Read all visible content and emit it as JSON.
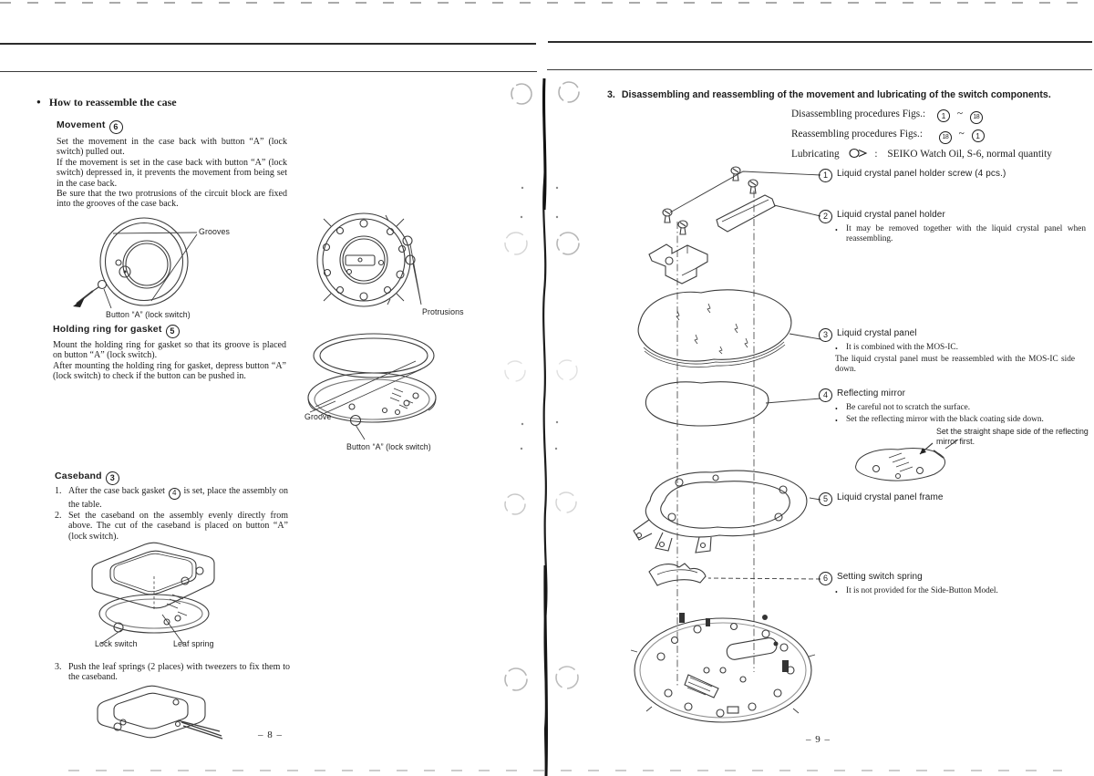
{
  "chars": {
    "bullet": "●",
    "note_bullet": "•",
    "tilde": "~",
    "colon": ":"
  },
  "left": {
    "heading": "How to reassemble the case",
    "movement": {
      "title": "Movement",
      "num": "6",
      "p1": "Set the movement in the case back with button “A” (lock switch) pulled out.",
      "p2": "If the movement is set in the case back with button “A” (lock switch) depressed in, it prevents the movement from being set in the case back.",
      "p3": "Be sure that the two protrusions of the circuit block are fixed into the grooves of the case back.",
      "label_grooves": "Grooves",
      "label_button_a": "Button “A” (lock switch)"
    },
    "holding": {
      "title": "Holding ring for gasket",
      "num": "5",
      "p1": "Mount the holding ring for gasket so that its groove is placed on button “A” (lock switch).",
      "p2": "After mounting the holding ring for gasket, depress button “A” (lock switch) to check if the button can be pushed in."
    },
    "caseband": {
      "title": "Caseband",
      "num": "3",
      "i1_no": "1.",
      "i1_pre": "After the case back gasket",
      "i1_num": "4",
      "i1_post": "is set, place the assembly on the table.",
      "i2_no": "2.",
      "i2": "Set the caseband on the assembly evenly directly from above. The cut of the caseband is placed on button “A” (lock switch).",
      "i3_no": "3.",
      "i3": "Push the leaf springs (2 places) with tweezers to fix them to the caseband.",
      "label_lock_switch": "Lock switch",
      "label_leaf_spring": "Leaf spring"
    },
    "middle": {
      "label_protrusions": "Protrusions",
      "label_groove": "Groove",
      "label_button_a": "Button “A” (lock switch)"
    },
    "page_number": "– 8 –"
  },
  "right": {
    "heading_no": "3.",
    "heading": "Disassembling and reassembling of the movement and lubricating of the switch components.",
    "proc": {
      "dis": "Disassembling procedures Figs.:",
      "re": "Reassembling procedures Figs.:",
      "lub": "Lubricating",
      "lub_value": "SEIKO Watch Oil, S-6, normal quantity",
      "n1": "1",
      "n18": "18"
    },
    "items": [
      {
        "num": "1",
        "label": "Liquid crystal panel holder screw (4 pcs.)"
      },
      {
        "num": "2",
        "label": "Liquid crystal panel holder",
        "notes": [
          "It may be removed together with the liquid crystal panel when reassembling."
        ]
      },
      {
        "num": "3",
        "label": "Liquid crystal panel",
        "notes": [
          "It is combined with the MOS-IC.",
          "The liquid crystal panel must be reassembled with the MOS-IC side down."
        ]
      },
      {
        "num": "4",
        "label": "Reflecting mirror",
        "notes": [
          "Be careful not to scratch the surface.",
          "Set the reflecting mirror with the black coating side down."
        ]
      },
      {
        "num": "5",
        "label": "Liquid crystal panel frame"
      },
      {
        "num": "6",
        "label": "Setting switch spring",
        "notes": [
          "It is not provided for the Side-Button Model."
        ]
      }
    ],
    "inset_note": "Set the straight shape side of the reflecting mirror first.",
    "page_number": "– 9 –"
  },
  "icons": {
    "oil_symbol": "oil-can-ellipse-arrow"
  }
}
